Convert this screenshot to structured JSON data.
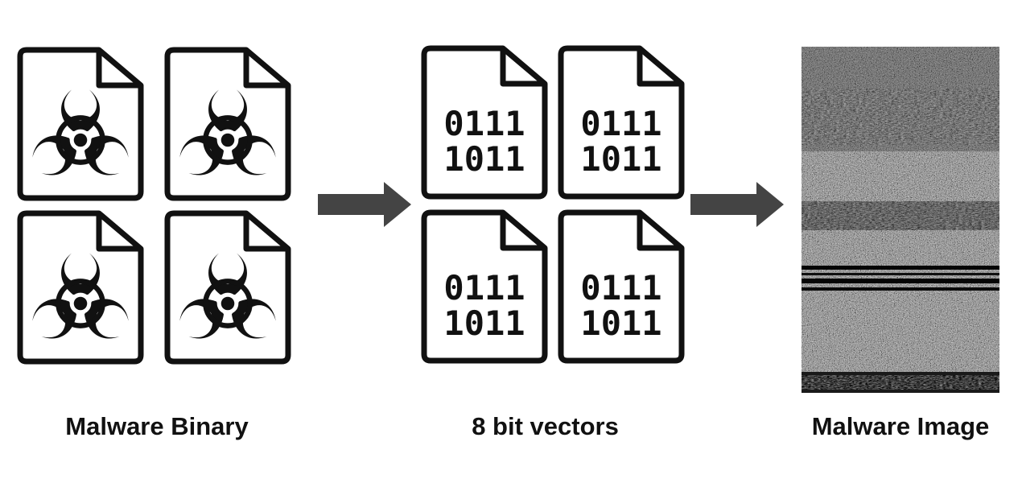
{
  "colors": {
    "background": "#ffffff",
    "stroke": "#111111",
    "arrow": "#444444"
  },
  "icons": {
    "malware_file": "biohazard-file-icon",
    "binary_file": "binary-file-icon",
    "arrow": "arrow-right-icon"
  },
  "stages": [
    {
      "caption": "Malware Binary"
    },
    {
      "caption": "8 bit vectors",
      "bits_line1": "0111",
      "bits_line2": "1011"
    },
    {
      "caption": "Malware Image"
    }
  ]
}
